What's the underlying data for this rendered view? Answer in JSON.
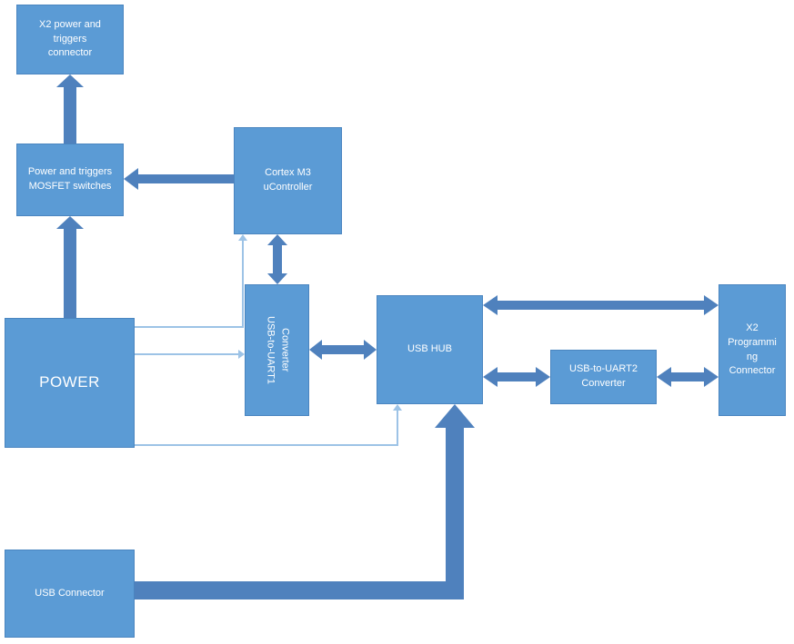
{
  "diagram": {
    "blocks": {
      "x2_power_triggers": {
        "label": "X2 power and triggers connector"
      },
      "mosfet": {
        "label": "Power and triggers MOSFET switches"
      },
      "cortex": {
        "label": "Cortex M3 uController"
      },
      "uart1": {
        "label": "USB-to-UART1 Converter"
      },
      "power": {
        "label": "POWER"
      },
      "usb_hub": {
        "label": "USB HUB"
      },
      "uart2": {
        "label": "USB-to-UART2 Converter"
      },
      "x2_programming": {
        "label": "X2 Programming Connector"
      },
      "usb_connector": {
        "label": "USB Connector"
      }
    },
    "connections": [
      {
        "from": "POWER",
        "to": "Power and triggers MOSFET switches",
        "style": "thick",
        "direction": "one-way"
      },
      {
        "from": "Power and triggers MOSFET switches",
        "to": "X2 power and triggers connector",
        "style": "thick",
        "direction": "one-way"
      },
      {
        "from": "Cortex M3 uController",
        "to": "Power and triggers MOSFET switches",
        "style": "thick",
        "direction": "one-way"
      },
      {
        "from": "Cortex M3 uController",
        "to": "USB-to-UART1 Converter",
        "style": "thick",
        "direction": "two-way"
      },
      {
        "from": "USB-to-UART1 Converter",
        "to": "USB HUB",
        "style": "thick",
        "direction": "two-way"
      },
      {
        "from": "USB HUB",
        "to": "X2 Programming Connector",
        "style": "thick",
        "direction": "two-way"
      },
      {
        "from": "USB HUB",
        "to": "USB-to-UART2 Converter",
        "style": "thick",
        "direction": "two-way"
      },
      {
        "from": "USB-to-UART2 Converter",
        "to": "X2 Programming Connector",
        "style": "thick",
        "direction": "two-way"
      },
      {
        "from": "USB Connector",
        "to": "USB HUB",
        "style": "thick",
        "direction": "one-way"
      },
      {
        "from": "POWER",
        "to": "Cortex M3 uController",
        "style": "thin",
        "direction": "one-way"
      },
      {
        "from": "POWER",
        "to": "USB-to-UART1 Converter",
        "style": "thin",
        "direction": "one-way"
      },
      {
        "from": "POWER",
        "to": "USB HUB",
        "style": "thin",
        "direction": "one-way"
      }
    ],
    "colors": {
      "block_fill": "#5B9BD5",
      "block_border": "#4A85C0",
      "arrow": "#4F81BD",
      "thin_line": "#9DC3E6",
      "text": "#FFFFFF"
    }
  }
}
